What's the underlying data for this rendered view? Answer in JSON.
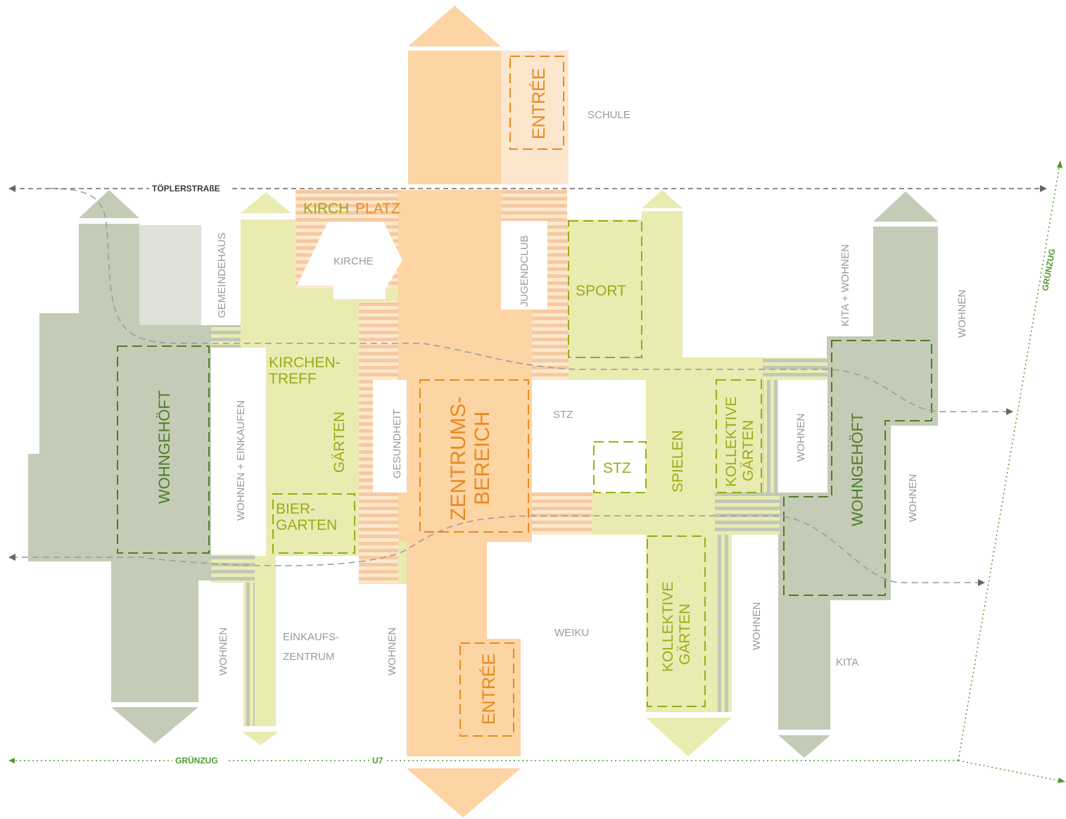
{
  "colors": {
    "orange": "#fdd4a4",
    "orange_light": "#fde6ce",
    "orange_text": "#e98a1e",
    "yellow": "#e9ebb1",
    "yellow_text": "#9aac16",
    "grey": "#c4ccb7",
    "grey_light": "#dde1d6",
    "green_text": "#4f7d25",
    "path_grey": "#9a9a9a",
    "label_grey": "#9a9a9a",
    "dark_label": "#3a3a3a",
    "green_path": "#4e9a2e"
  },
  "streets": {
    "toplerstrasse": "TÖPLERSTRAßE",
    "gruenzug_bottom": "GRÜNZUG",
    "u7": "U7",
    "gruenzug_right": "GRÜNZUG"
  },
  "zones": {
    "entree_top": "ENTRÉE",
    "entree_bottom": "ENTRÉE",
    "zentrum_line1": "ZENTRUMS-",
    "zentrum_line2": "BEREICH",
    "kirchplatz_1": "KIRCH",
    "kirchplatz_2": "PLATZ",
    "kirchentreff_1": "KIRCHEN-",
    "kirchentreff_2": "TREFF",
    "gaerten": "GÄRTEN",
    "biergarten_1": "BIER-",
    "biergarten_2": "GARTEN",
    "sport": "SPORT",
    "stz_yellow": "STZ",
    "spielen": "SPIELEN",
    "kollektive_1a": "KOLLEKTIVE",
    "kollektive_1b": "GÄRTEN",
    "kollektive_2a": "KOLLEKTIVE",
    "kollektive_2b": "GÄRTEN",
    "wohnhoefe_left": "WOHNGEHÖFT",
    "wohnhoefe_right": "WOHNGEHÖFT"
  },
  "buildings": {
    "schule": "SCHULE",
    "kirche": "KIRCHE",
    "gemeindehaus": "GEMEINDEHAUS",
    "jugendclub": "JUGENDCLUB",
    "wohnen_einkaufen": "WOHNEN + EINKAUFEN",
    "gesundheit": "GESUNDHEIT",
    "stz": "STZ",
    "kita_wohnen": "KITA + WOHNEN",
    "wohnen_far_right": "WOHNEN",
    "wohnen_mid_right": "WOHNEN",
    "wohnen_right_lower": "WOHNEN",
    "wohnen_bottom_left": "WOHNEN",
    "einkaufszentrum_1": "EINKAUFS-",
    "einkaufszentrum_2": "ZENTRUM",
    "wohnen_bottom_center": "WOHNEN",
    "weiku": "WEIKU",
    "wohnen_bottom_right": "WOHNEN",
    "kita": "KITA"
  }
}
